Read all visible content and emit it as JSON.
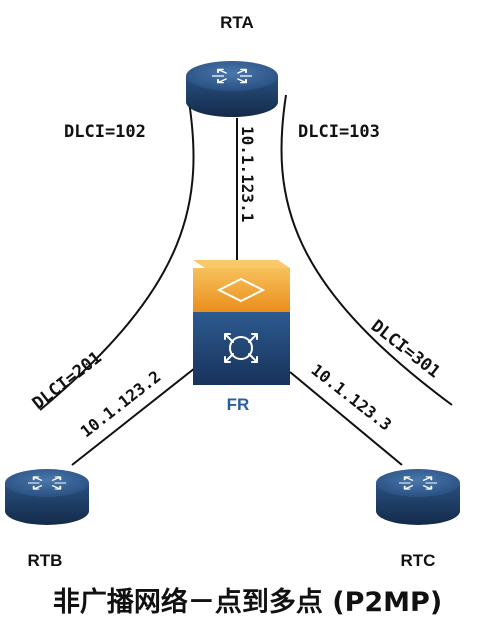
{
  "nodes": {
    "rta": {
      "label": "RTA"
    },
    "rtb": {
      "label": "RTB"
    },
    "rtc": {
      "label": "RTC"
    },
    "fr": {
      "label": "FR"
    }
  },
  "links": {
    "rta_dlci": "DLCI=102",
    "rtc_side_dlci_top": "DLCI=103",
    "rtb_dlci": "DLCI=201",
    "rtc_dlci": "DLCI=301",
    "rta_ip": "10.1.123.1",
    "rtb_ip": "10.1.123.2",
    "rtc_ip": "10.1.123.3"
  },
  "caption": "非广播网络－点到多点 (P2MP)",
  "colors": {
    "router_body": "#1f3d66",
    "router_top": "#2f5a8e",
    "switch_top": "#f2a22b",
    "switch_bottom": "#1f3d66",
    "fr_label": "#2a5e9e"
  }
}
